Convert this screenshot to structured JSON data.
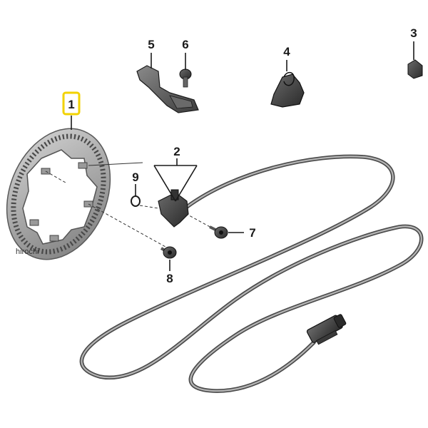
{
  "diagram": {
    "parts": [
      {
        "number": "1",
        "name": "abs-sensor-ring",
        "highlighted": true
      },
      {
        "number": "2",
        "name": "abs-sensor-with-cable"
      },
      {
        "number": "3",
        "name": "cable-clip"
      },
      {
        "number": "4",
        "name": "cable-holder"
      },
      {
        "number": "5",
        "name": "bracket"
      },
      {
        "number": "6",
        "name": "bracket-screw"
      },
      {
        "number": "7",
        "name": "sensor-screw"
      },
      {
        "number": "8",
        "name": "ring-screw"
      },
      {
        "number": "9",
        "name": "o-ring"
      }
    ],
    "highlight_color": "#f2d200",
    "watermark": "hirochi"
  }
}
